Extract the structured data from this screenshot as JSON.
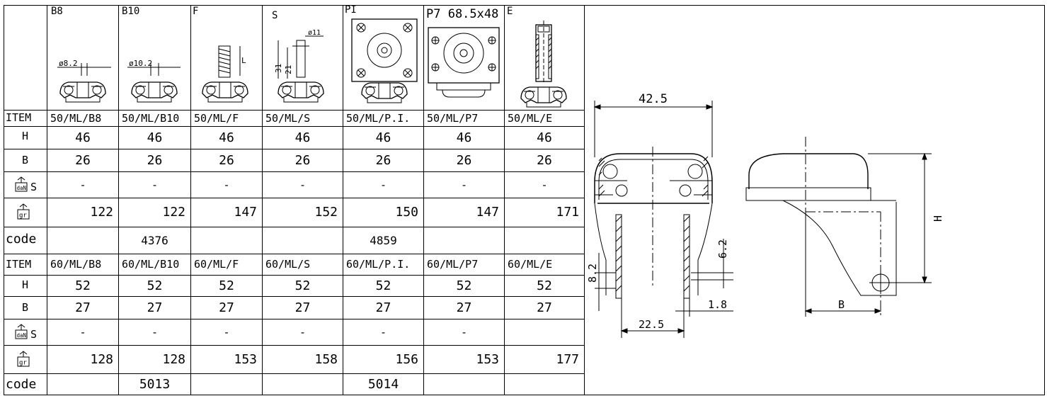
{
  "header_labels": [
    "B8",
    "B10",
    "F",
    "S",
    "PI",
    "P7 68.5x48",
    "E"
  ],
  "callouts": {
    "b8_dim": "ø8.2",
    "b10_dim": "ø10.2",
    "f_dim": "L",
    "s_dim_top": "ø11",
    "s_dim_31": "31",
    "s_dim_21": "21"
  },
  "row_labels": {
    "item": "ITEM",
    "h": "H",
    "b": "B",
    "load": "S",
    "code": "code"
  },
  "icon_text": {
    "load": "daN",
    "weight": "gr"
  },
  "table": {
    "block50": {
      "item": [
        "50/ML/B8",
        "50/ML/B10",
        "50/ML/F",
        "50/ML/S",
        "50/ML/P.I.",
        "50/ML/P7",
        "50/ML/E"
      ],
      "h": [
        "46",
        "46",
        "46",
        "46",
        "46",
        "46",
        "46"
      ],
      "b": [
        "26",
        "26",
        "26",
        "26",
        "26",
        "26",
        "26"
      ],
      "load": [
        "-",
        "-",
        "-",
        "-",
        "-",
        "-",
        "-"
      ],
      "weight": [
        "122",
        "122",
        "147",
        "152",
        "150",
        "147",
        "171"
      ],
      "code": [
        "",
        "4376",
        "",
        "",
        "4859",
        "",
        ""
      ]
    },
    "block60": {
      "item": [
        "60/ML/B8",
        "60/ML/B10",
        "60/ML/F",
        "60/ML/S",
        "60/ML/P.I.",
        "60/ML/P7",
        "60/ML/E"
      ],
      "h": [
        "52",
        "52",
        "52",
        "52",
        "52",
        "52",
        "52"
      ],
      "b": [
        "27",
        "27",
        "27",
        "27",
        "27",
        "27",
        "27"
      ],
      "load": [
        "-",
        "-",
        "-",
        "-",
        "-",
        "-",
        ""
      ],
      "weight": [
        "128",
        "128",
        "153",
        "158",
        "156",
        "153",
        "177"
      ],
      "code": [
        "",
        "5013",
        "",
        "",
        "5014",
        "",
        ""
      ]
    }
  },
  "drawing": {
    "dim_width": "42.5",
    "dim_62": "6.2",
    "dim_82": "8.2",
    "dim_18": "1.8",
    "dim_225": "22.5",
    "dim_h": "H",
    "dim_b": "B"
  }
}
